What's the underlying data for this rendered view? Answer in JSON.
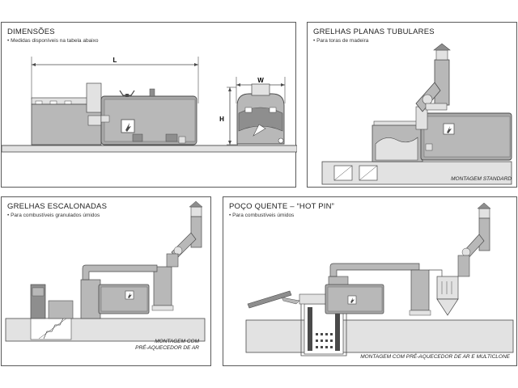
{
  "colors": {
    "line": "#4a4a4a",
    "fill_dark": "#8e8e8e",
    "fill_mid": "#b8b8b8",
    "fill_light": "#e2e2e2",
    "panel_border": "#5a5a5a"
  },
  "panels": {
    "dimensoes": {
      "title": "DIMENSÕES",
      "subtitle": "• Medidas disponíveis na tabela abaixo",
      "dims": {
        "length": "L",
        "width": "W",
        "height": "H"
      }
    },
    "grelhas_planas": {
      "title": "GRELHAS PLANAS TUBULARES",
      "subtitle": "• Para toras de madeira",
      "caption": "MONTAGEM STANDARD"
    },
    "grelhas_escalonadas": {
      "title": "GRELHAS ESCALONADAS",
      "subtitle": "• Para combustíveis granulados úmidos",
      "caption_line1": "MONTAGEM COM",
      "caption_line2": "PRÉ-AQUECEDOR DE AR"
    },
    "poco_quente": {
      "title": "POÇO QUENTE – “HOT PIN”",
      "subtitle": "• Para combustíveis úmidos",
      "caption": "MONTAGEM COM PRÉ-AQUECEDOR DE AR E MULTICLONE"
    }
  },
  "icons": [
    "flame-logo-icon"
  ]
}
